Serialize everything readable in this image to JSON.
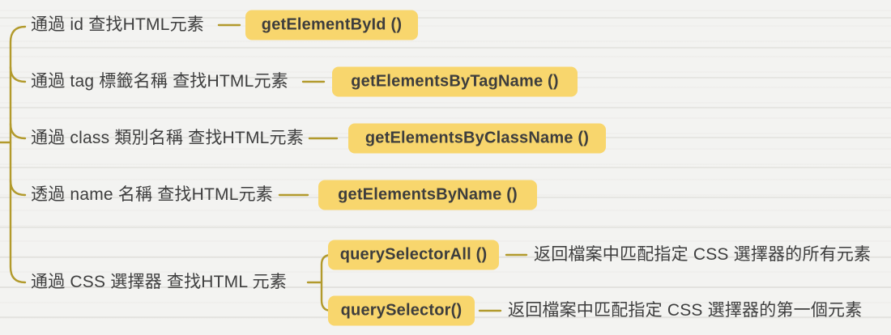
{
  "colors": {
    "background": "#f3f3f1",
    "node_fill": "#f8d66d",
    "line": "#b29a2c",
    "text": "#3e3e3e"
  },
  "branches": [
    {
      "label": "通過 id 查找HTML元素",
      "method": "getElementById ()"
    },
    {
      "label": "通過 tag 標籤名稱 查找HTML元素",
      "method": "getElementsByTagName ()"
    },
    {
      "label": "通過 class 類別名稱 查找HTML元素",
      "method": "getElementsByClassName ()"
    },
    {
      "label": "透過 name 名稱 查找HTML元素",
      "method": "getElementsByName ()"
    },
    {
      "label": "通過 CSS 選擇器 查找HTML 元素",
      "children": [
        {
          "method": "querySelectorAll ()",
          "description": "返回檔案中匹配指定 CSS 選擇器的所有元素"
        },
        {
          "method": "querySelector()",
          "description": "返回檔案中匹配指定 CSS 選擇器的第一個元素"
        }
      ]
    }
  ]
}
